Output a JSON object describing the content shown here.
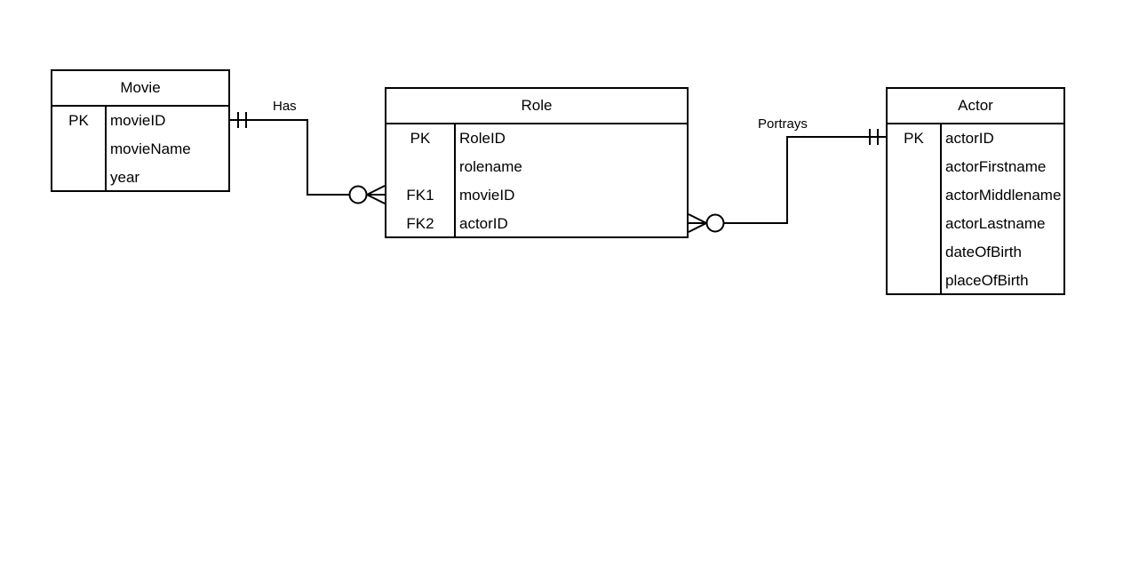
{
  "entities": {
    "movie": {
      "title": "Movie",
      "rows": [
        {
          "key": "PK",
          "attr": "movieID"
        },
        {
          "key": "",
          "attr": "movieName"
        },
        {
          "key": "",
          "attr": "year"
        }
      ]
    },
    "role": {
      "title": "Role",
      "rows": [
        {
          "key": "PK",
          "attr": "RoleID"
        },
        {
          "key": "",
          "attr": "rolename"
        },
        {
          "key": "FK1",
          "attr": "movieID"
        },
        {
          "key": "FK2",
          "attr": "actorID"
        }
      ]
    },
    "actor": {
      "title": "Actor",
      "rows": [
        {
          "key": "PK",
          "attr": "actorID"
        },
        {
          "key": "",
          "attr": "actorFirstname"
        },
        {
          "key": "",
          "attr": "actorMiddlename"
        },
        {
          "key": "",
          "attr": "actorLastname"
        },
        {
          "key": "",
          "attr": "dateOfBirth"
        },
        {
          "key": "",
          "attr": "placeOfBirth"
        }
      ]
    }
  },
  "relationships": {
    "has": {
      "label": "Has",
      "from_entity": "Movie",
      "to_entity": "Role",
      "from_cardinality": "one-and-only-one",
      "to_cardinality": "zero-or-many"
    },
    "portrays": {
      "label": "Portrays",
      "from_entity": "Actor",
      "to_entity": "Role",
      "from_cardinality": "one-and-only-one",
      "to_cardinality": "zero-or-many"
    }
  },
  "colors": {
    "line": "#000000",
    "background": "#ffffff"
  }
}
